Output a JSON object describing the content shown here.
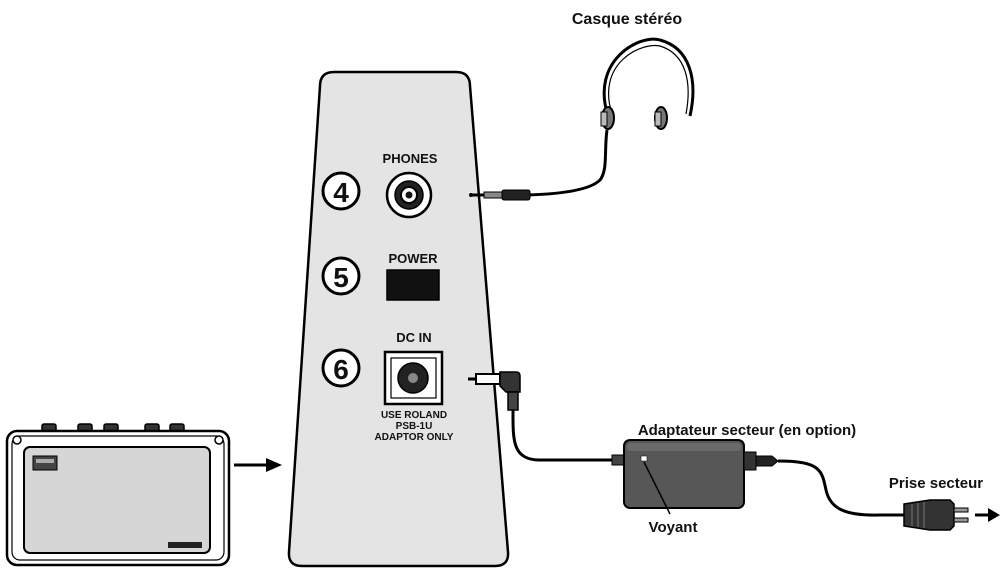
{
  "labels": {
    "headphones": "Casque stéréo",
    "adapter": "Adaptateur secteur (en option)",
    "outlet": "Prise secteur",
    "indicator": "Voyant"
  },
  "panel": {
    "phones_label": "PHONES",
    "power_label": "POWER",
    "dcin_label": "DC IN",
    "adaptor_note_1": "USE ROLAND",
    "adaptor_note_2": "PSB-1U",
    "adaptor_note_3": "ADAPTOR ONLY"
  },
  "callouts": {
    "phones_number": "4",
    "power_number": "5",
    "dcin_number": "6"
  }
}
